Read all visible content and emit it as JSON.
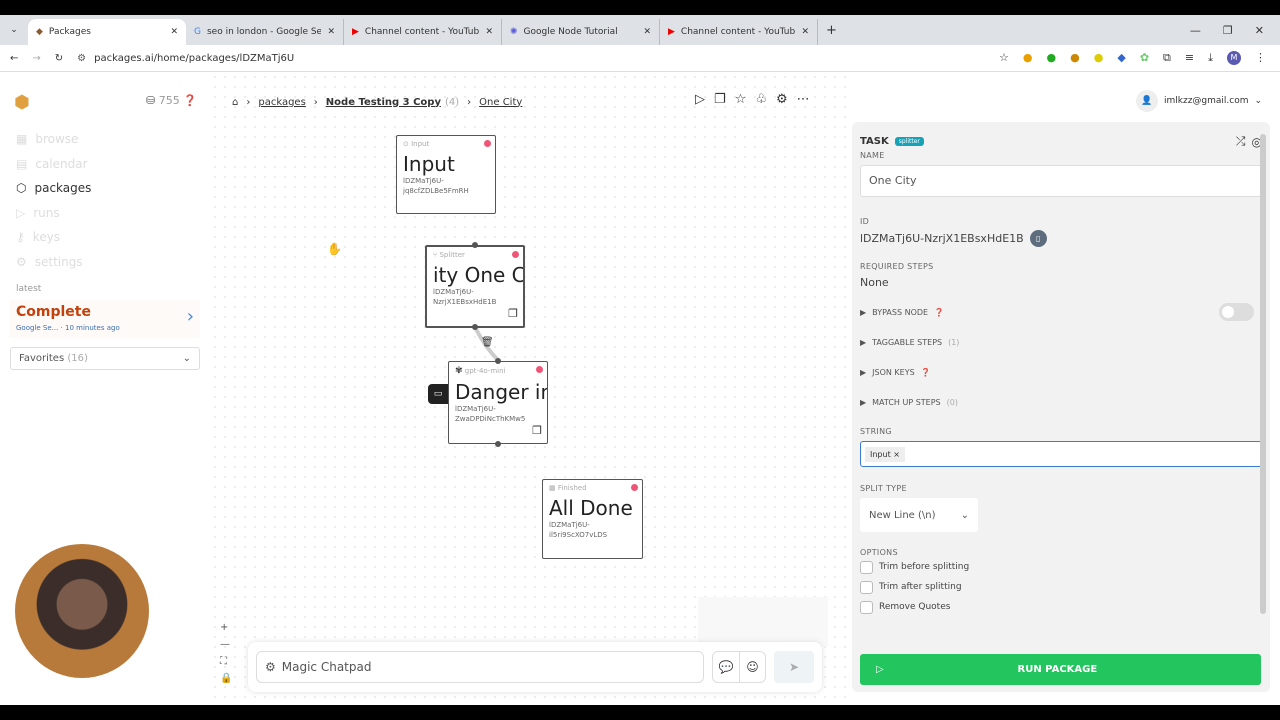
{
  "browser": {
    "tabs": [
      {
        "title": "Packages",
        "icon": "package-icon"
      },
      {
        "title": "seo in london - Google Search",
        "icon": "google-icon"
      },
      {
        "title": "Channel content - YouTube Stu",
        "icon": "youtube-icon"
      },
      {
        "title": "Google Node Tutorial",
        "icon": "gear-flower-icon"
      },
      {
        "title": "Channel content - YouTube Stu",
        "icon": "youtube-icon"
      }
    ],
    "url": "packages.ai/home/packages/lDZMaTj6U"
  },
  "header": {
    "credits": "755",
    "breadcrumb": {
      "packages": "packages",
      "package": "Node Testing 3 Copy",
      "count": "(4)",
      "current": "One City"
    },
    "user": "imlkzz@gmail.com"
  },
  "sidebar": {
    "items": [
      {
        "label": "browse"
      },
      {
        "label": "calendar"
      },
      {
        "label": "packages"
      },
      {
        "label": "runs"
      },
      {
        "label": "keys"
      },
      {
        "label": "settings"
      }
    ],
    "latest_label": "latest",
    "latest": {
      "status": "Complete",
      "source": "Google Se...",
      "time": "10 minutes ago"
    },
    "favorites": {
      "label": "Favorites",
      "count": "(16)"
    }
  },
  "nodes": [
    {
      "type": "Input",
      "name": "Input",
      "id1": "lDZMaTj6U-",
      "id2": "jq8cfZDLBe5FmRH"
    },
    {
      "type": "Splitter",
      "name": "ity   One C",
      "id1": "lDZMaTj6U-",
      "id2": "NzrjX1EBsxHdE1B"
    },
    {
      "type": "gpt-4o-mini",
      "name": "Danger in",
      "id1": "lDZMaTj6U-",
      "id2": "ZwaDPDiNcThKMw5"
    },
    {
      "type": "Finished",
      "name": "All Done",
      "id1": "lDZMaTj6U-",
      "id2": "il5ri9ScXO7vLDS"
    }
  ],
  "chatpad": {
    "placeholder": "Magic Chatpad"
  },
  "panel": {
    "title": "TASK",
    "badge": "splitter",
    "name_label": "NAME",
    "name_value": "One City",
    "id_label": "ID",
    "id_value": "lDZMaTj6U-NzrjX1EBsxHdE1B",
    "required_label": "REQUIRED STEPS",
    "required_value": "None",
    "bypass": "BYPASS NODE",
    "bypass_on": false,
    "taggable": "TAGGABLE STEPS",
    "taggable_count": "(1)",
    "json_keys": "JSON KEYS",
    "match": "MATCH UP STEPS",
    "match_count": "(0)",
    "string_label": "STRING",
    "string_chip": "Input",
    "split_label": "SPLIT TYPE",
    "split_value": "New Line (\\n)",
    "options_label": "OPTIONS",
    "options": [
      {
        "label": "Trim before splitting",
        "checked": false
      },
      {
        "label": "Trim after splitting",
        "checked": false
      },
      {
        "label": "Remove Quotes",
        "checked": false
      }
    ],
    "run": "RUN PACKAGE"
  },
  "colors": {
    "run": "#22c55e",
    "badge": "#17a2b8",
    "complete": "#c2410c"
  }
}
